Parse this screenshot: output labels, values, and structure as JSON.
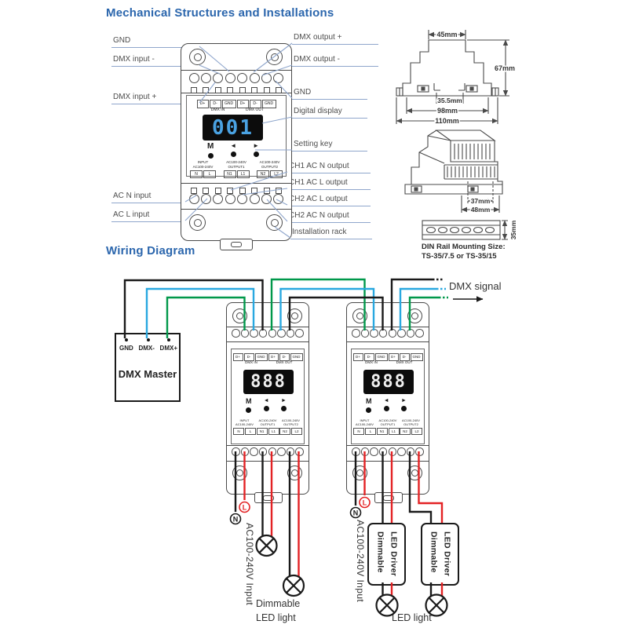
{
  "colors": {
    "heading": "#2b66ad",
    "leader_line": "#8fa6cc",
    "outline": "#4a4a4a",
    "display_digits_blue": "#4aa2e2",
    "display_digits_white": "#f0f0f0",
    "wire_black": "#1a1a1a",
    "wire_blue": "#29a8e0",
    "wire_green": "#00984a",
    "wire_red": "#e32224"
  },
  "mech": {
    "title": "Mechanical Structures and Installations",
    "left_labels": [
      "GND",
      "DMX input -",
      "DMX input +",
      "AC N input",
      "AC L input"
    ],
    "right_labels": [
      "DMX output +",
      "DMX output -",
      "GND",
      "Digital display",
      "Setting key",
      "CH1 AC N output",
      "CH1 AC L output",
      "CH2 AC L output",
      "CH2 AC N output",
      "Installation rack"
    ],
    "dims": {
      "front_top_width": "45mm",
      "front_height": "67mm",
      "front_inner_width": "35.5mm",
      "front_mount_width": "98mm",
      "front_full_width": "110mm",
      "side_body_depth": "37mm",
      "side_full_depth": "48mm",
      "rail_height": "35mm"
    },
    "rail_caption_1": "DIN Rail Mounting Size:",
    "rail_caption_2": "TS-35/7.5 or TS-35/15"
  },
  "device": {
    "display_mech": "001",
    "display_wiring": "888",
    "dmx_terminals": [
      "D+",
      "D-",
      "GND",
      "D+",
      "D-",
      "GND"
    ],
    "dmx_in_label": "DMX IN",
    "dmx_out_label": "DMX OUT",
    "menu_key": "M",
    "left_key": "◄",
    "right_key": "►",
    "io_groups": [
      {
        "line1": "INPUT",
        "line2": "AC100-240V",
        "t1": "N",
        "t2": "L"
      },
      {
        "line1": "AC100-240V",
        "line2": "OUTPUT1",
        "t1": "N1",
        "t2": "L1"
      },
      {
        "line1": "AC100-240V",
        "line2": "OUTPUT2",
        "t1": "N2",
        "t2": "L2"
      }
    ]
  },
  "wiring": {
    "title": "Wiring Diagram",
    "master_label": "DMX Master",
    "master_terminals": [
      "GND",
      "DMX-",
      "DMX+"
    ],
    "dmx_signal_label": "DMX signal",
    "ac_input_label": "AC100-240V Input",
    "neutral_symbol": "N",
    "live_symbol": "L",
    "driver_line1": "Dimmable",
    "driver_line2": "LED Driver",
    "light1_line1": "Dimmable",
    "light1_line2": "LED light",
    "light2_label": "LED light"
  }
}
